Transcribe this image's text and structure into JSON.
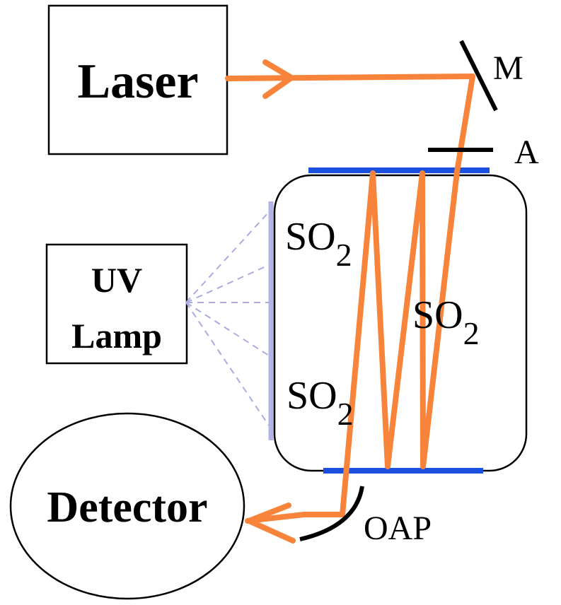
{
  "labels": {
    "laser": "Laser",
    "mirror": "M",
    "aperture": "A",
    "uv_line1": "UV",
    "uv_line2": "Lamp",
    "detector": "Detector",
    "oap": "OAP",
    "gas_species": "SO",
    "gas_subscript": "2"
  },
  "colors": {
    "beam": "#F7843A",
    "cavity_mirror": "#1B4FE0",
    "uv_window": "#B3B3E6",
    "uv_rays": "#A8ADE0",
    "outline": "#000000"
  }
}
